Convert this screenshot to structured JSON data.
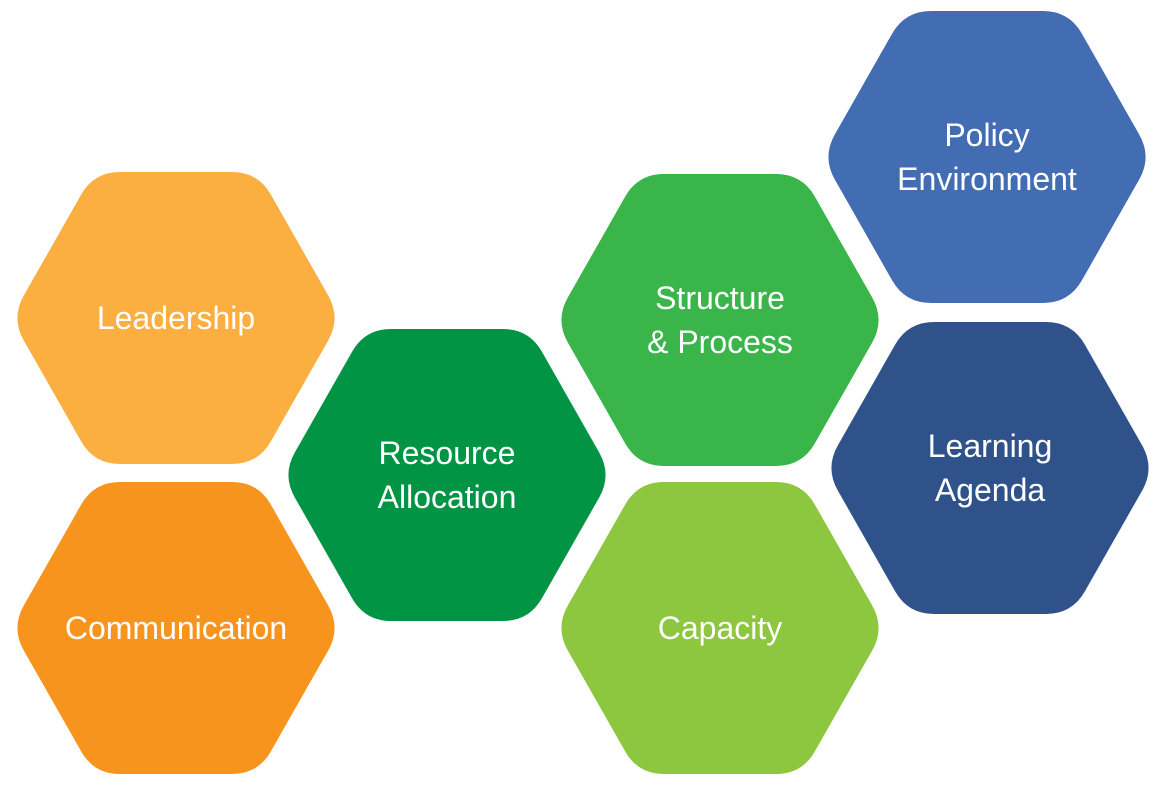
{
  "colors": {
    "background": "#ffffff",
    "text": "#ffffff"
  },
  "hexagons": [
    {
      "id": "leadership",
      "lines": [
        "Leadership"
      ],
      "color": "#FAAF40"
    },
    {
      "id": "communication",
      "lines": [
        "Communication"
      ],
      "color": "#F7941D"
    },
    {
      "id": "resource-allocation",
      "lines": [
        "Resource",
        "Allocation"
      ],
      "color": "#009444"
    },
    {
      "id": "structure-process",
      "lines": [
        "Structure",
        "& Process"
      ],
      "color": "#39B54A"
    },
    {
      "id": "capacity",
      "lines": [
        "Capacity"
      ],
      "color": "#8DC63F"
    },
    {
      "id": "policy-environment",
      "lines": [
        "Policy",
        "Environment"
      ],
      "color": "#426DB3"
    },
    {
      "id": "learning-agenda",
      "lines": [
        "Learning",
        "Agenda"
      ],
      "color": "#30528B"
    }
  ]
}
